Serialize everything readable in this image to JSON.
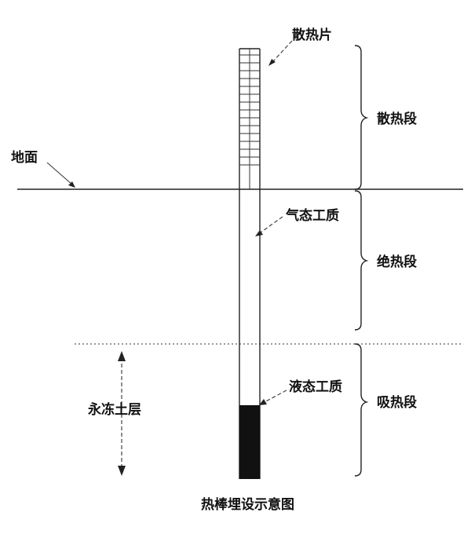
{
  "labels": {
    "fins": "散热片",
    "dissipation_section": "散热段",
    "ground": "地面",
    "vapor_working_fluid": "气态工质",
    "adiabatic_section": "绝热段",
    "liquid_working_fluid": "液态工质",
    "absorption_section": "吸热段",
    "permafrost_layer": "永冻土层"
  },
  "caption": "热棒埋设示意图"
}
